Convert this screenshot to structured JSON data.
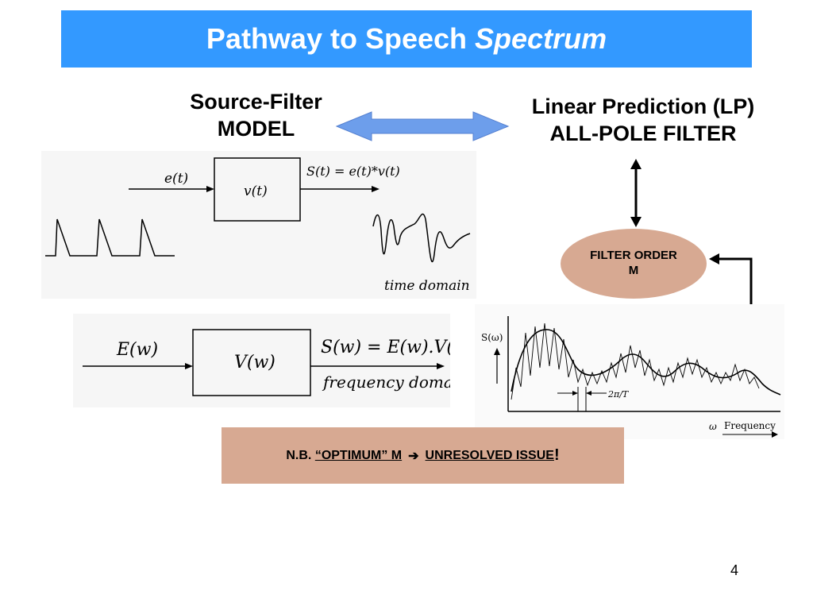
{
  "title": {
    "main": "Pathway to Speech ",
    "emphasis": "Spectrum"
  },
  "left_heading": {
    "line1": "Source-Filter",
    "line2": "MODEL"
  },
  "right_heading": {
    "line1": "Linear Prediction (LP)",
    "line2": "ALL-POLE FILTER"
  },
  "time_diagram": {
    "input_label": "e(t)",
    "block_label": "v(t)",
    "output_label": "S(t) = e(t)*v(t)",
    "caption": "time domain"
  },
  "freq_diagram": {
    "input_label": "E(w)",
    "block_label": "V(w)",
    "output_label": "S(w) = E(w).V(w)",
    "caption": "frequency domain"
  },
  "spectrum_plot": {
    "y_label": "S(ω)",
    "x_label": "Frequency",
    "x_symbol": "ω",
    "spacing_label": "2π/T"
  },
  "filter_order": {
    "line1": "FILTER ORDER",
    "line2": "M"
  },
  "note": {
    "prefix": "N.B. ",
    "optimum": "“OPTIMUM” M",
    "arrow": "➔",
    "issue": "UNRESOLVED ISSUE",
    "bang": "!"
  },
  "page_number": "4",
  "colors": {
    "title_bar": "#3399ff",
    "accent_box": "#d7a992",
    "double_arrow": "#6d9eeb"
  }
}
